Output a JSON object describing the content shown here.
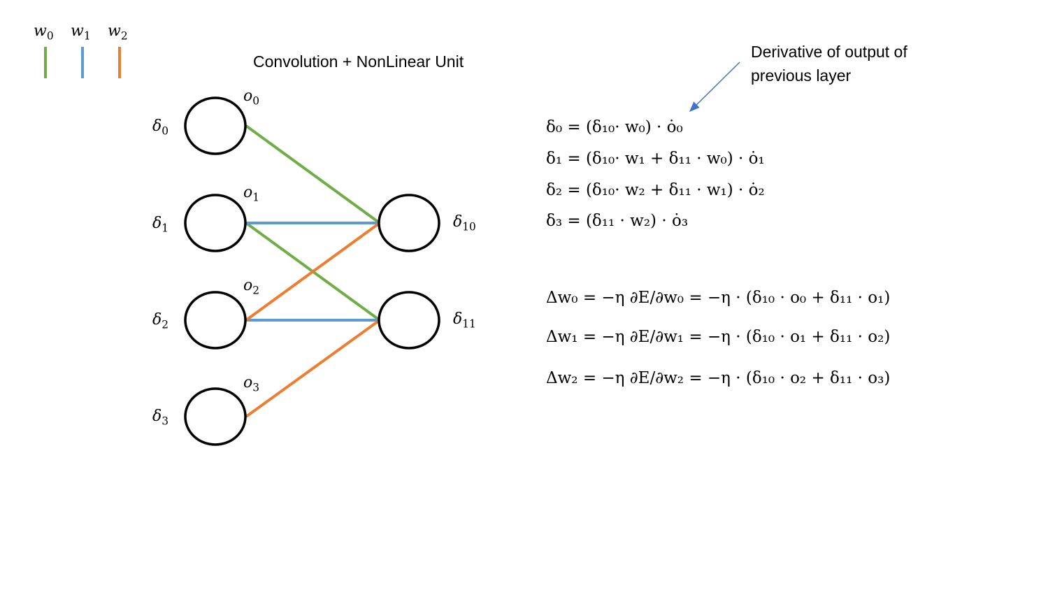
{
  "title": "Convolution + NonLinear Unit",
  "annotation": {
    "line1": "Derivative of output of",
    "line2": "previous layer"
  },
  "legend": [
    {
      "label": "w",
      "sub": "0",
      "color": "#70ad47"
    },
    {
      "label": "w",
      "sub": "1",
      "color": "#5b9bd5"
    },
    {
      "label": "w",
      "sub": "2",
      "color": "#ed7d31"
    }
  ],
  "left_nodes": [
    {
      "delta": "δ",
      "delta_sub": "0",
      "out": "o",
      "out_sub": "0"
    },
    {
      "delta": "δ",
      "delta_sub": "1",
      "out": "o",
      "out_sub": "1"
    },
    {
      "delta": "δ",
      "delta_sub": "2",
      "out": "o",
      "out_sub": "2"
    },
    {
      "delta": "δ",
      "delta_sub": "3",
      "out": "o",
      "out_sub": "3"
    }
  ],
  "right_nodes": [
    {
      "delta": "δ",
      "delta_sub": "10"
    },
    {
      "delta": "δ",
      "delta_sub": "11"
    }
  ],
  "colors": {
    "w0": "#70ad47",
    "w1": "#5b9bd5",
    "w2": "#ed7d31",
    "arrow": "#4472c4"
  },
  "equations": {
    "d0": "δ₀ = (δ₁₀· w₀) · ȯ₀",
    "d1": "δ₁ = (δ₁₀· w₁ + δ₁₁ · w₀) · ȯ₁",
    "d2": "δ₂ = (δ₁₀· w₂ + δ₁₁ · w₁) · ȯ₂",
    "d3": "δ₃ = (δ₁₁ · w₂) · ȯ₃",
    "dw0": "Δw₀ = −η ∂E/∂w₀ = −η · (δ₁₀ · o₀ + δ₁₁ · o₁)",
    "dw1": "Δw₁ = −η ∂E/∂w₁ = −η · (δ₁₀ · o₁ + δ₁₁ · o₂)",
    "dw2": "Δw₂ = −η ∂E/∂w₂ = −η · (δ₁₀ · o₂ + δ₁₁ · o₃)"
  }
}
